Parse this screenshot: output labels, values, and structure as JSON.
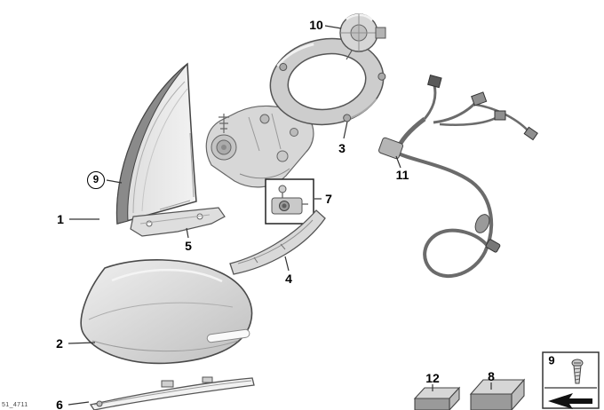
{
  "callouts": {
    "p1": "1",
    "p2": "2",
    "p3": "3",
    "p4": "4",
    "p5": "5",
    "p6": "6",
    "p7": "7",
    "p8": "8",
    "p9": "9",
    "p10": "10",
    "p11": "11",
    "p12": "12"
  },
  "fine_print": "51_4711",
  "colors": {
    "line": "#3a3a3a",
    "part_fill_light": "#e9e9e9",
    "part_fill_mid": "#cfcfcf",
    "part_fill_dark": "#9a9a9a",
    "background": "#ffffff"
  }
}
